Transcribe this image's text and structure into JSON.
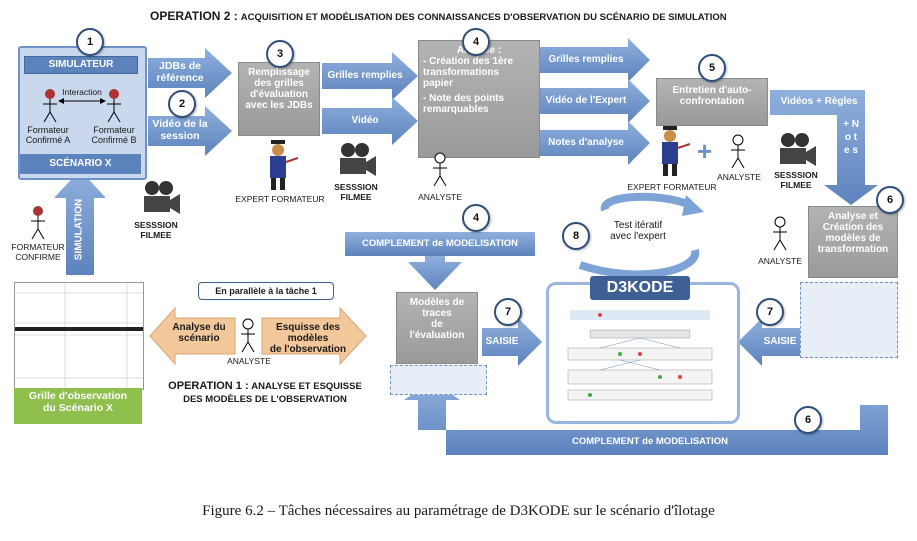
{
  "header": {
    "operation2_bold": "OPERATION 2 :",
    "operation2_rest": "ACQUISITION ET MODÉLISATION DES CONNAISSANCES D'OBSERVATION DU SCÉNARIO DE SIMULATION"
  },
  "left_panel": {
    "simulateur": "SIMULATEUR",
    "interaction": "Interaction",
    "formateur_a": "Formateur\nConfirmé  A",
    "formateur_b": "Formateur\nConfirmé  B",
    "scenario_x": "SCÉNARIO X"
  },
  "arrows": {
    "jdbs_reference": "JDBs de\nréférence",
    "video_session": "Vidéo de la\nsession",
    "grilles_remplies_1": "Grilles remplies",
    "video_1": "Vidéo",
    "grilles_remplies_2": "Grilles remplies",
    "video_expert": "Vidéo de l'Expert",
    "notes_analyse": "Notes d'analyse",
    "videos_regles": "Vidéos + Règles",
    "plus_notes": "+ N o t e s",
    "complement_1": "COMPLEMENT de MODELISATION",
    "complement_2": "COMPLEMENT de MODELISATION",
    "simulation": "SIMULATION",
    "saisie_left": "SAISIE",
    "saisie_right": "SAISIE",
    "analyse_scenario": "Analyse du\nscénario",
    "esquisse": "Esquisse des modèles\nde l'observation"
  },
  "boxes": {
    "remplissage": "Remplissage\ndes grilles\nd'évaluation\navec les JDBs",
    "analyse_title": "Analyse :",
    "analyse_item1": "- Création des 1ère\ntransformations\npapier",
    "analyse_item2": "- Note des points\nremarquables",
    "entretien": "Entretien d'auto-\nconfrontation",
    "analyse_creation": "Analyse et\nCréation des\nmodèles de\ntransformation",
    "modeles_traces": "Modèles de\ntraces\nde\nl'évaluation",
    "grille_observation": "Grille d'observation\ndu Scénario X",
    "d3kode": "D3KODE",
    "test_iteratif": "Test itératif\navec l'expert",
    "parallele": "En parallèle à la tâche 1"
  },
  "labels": {
    "expert_formateur_1": "EXPERT FORMATEUR",
    "sesssion_filmee_1": "SESSSION\nFILMEE",
    "sesssion_filmee_2": "SESSSION\nFILMEE",
    "analyste_1": "ANALYSTE",
    "expert_formateur_2": "EXPERT FORMATEUR",
    "analyste_2": "ANALYSTE",
    "sesssion_filmee_3": "SESSSION\nFILMEE",
    "analyste_3": "ANALYSTE",
    "formateur_confirme": "FORMATEUR\nCONFIRME",
    "analyste_4": "ANALYSTE",
    "operation1_bold": "OPERATION 1 :",
    "operation1_rest": "ANALYSE ET ESQUISSE\nDES MODÈLES DE L'OBSERVATION"
  },
  "numbers": [
    "1",
    "2",
    "3",
    "4",
    "4",
    "5",
    "6",
    "6",
    "7",
    "7",
    "8"
  ],
  "caption": "Figure 6.2 – Tâches nécessaires au paramétrage de D3KODE sur le scénario d'îlotage",
  "colors": {
    "arrow_blue": "#6f93c9",
    "box_grey": "#a8a8a8",
    "orange": "#f2c79a",
    "green": "#8fbf4d",
    "dark_blue": "#2f4f7a"
  }
}
